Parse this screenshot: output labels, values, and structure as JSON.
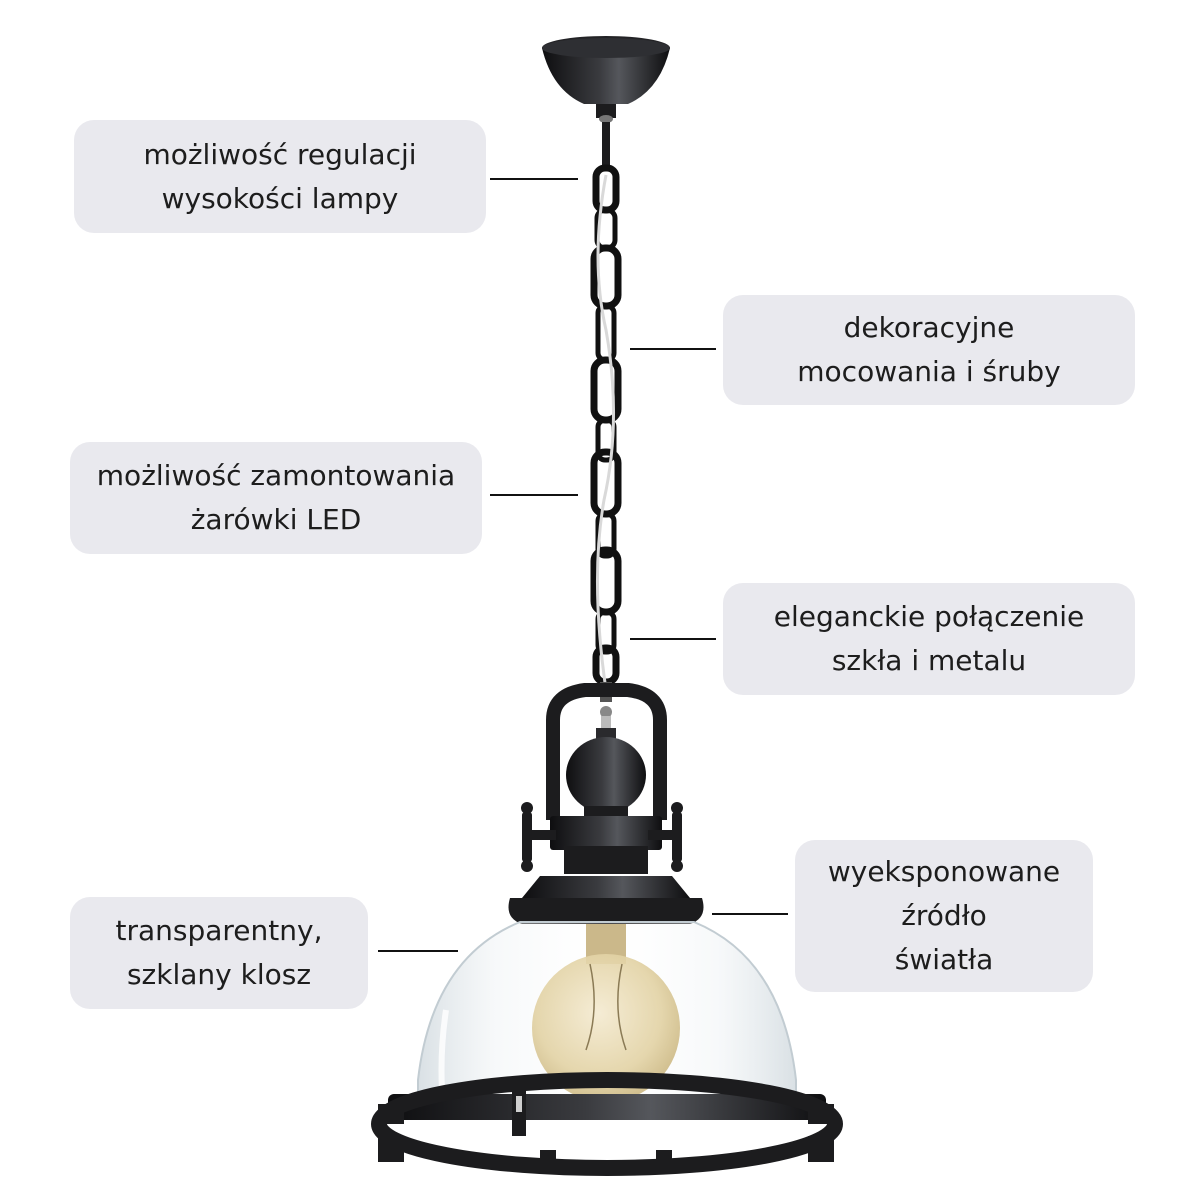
{
  "callouts": {
    "height_adjust": {
      "lines": [
        "możliwość regulacji",
        "wysokości lampy"
      ]
    },
    "decorative_mounts": {
      "lines": [
        "dekoracyjne",
        "mocowania i śruby"
      ]
    },
    "led_bulb": {
      "lines": [
        "możliwość zamontowania",
        "żarówki LED"
      ]
    },
    "glass_metal": {
      "lines": [
        "eleganckie połączenie",
        "szkła i metalu"
      ]
    },
    "exposed_light": {
      "lines": [
        "wyeksponowane",
        "źródło",
        "światła"
      ]
    },
    "glass_shade": {
      "lines": [
        "transparentny,",
        "szklany klosz"
      ]
    }
  },
  "colors": {
    "callout_bg": "#e9e9ee",
    "metal": "#1c1c1e",
    "glass": "#dfe6ea",
    "bulb": "#e6d7ad"
  }
}
